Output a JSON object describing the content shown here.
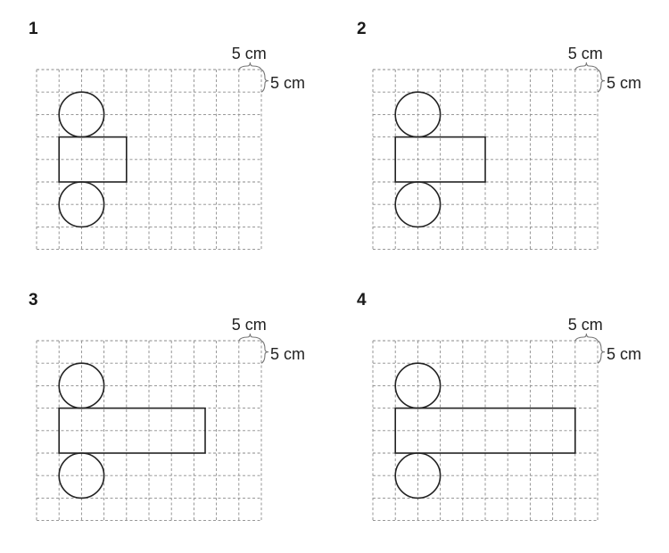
{
  "unit_label": "5 cm",
  "grid": {
    "columns": 10,
    "rows": 8
  },
  "options": [
    {
      "number": "1",
      "rect_width_squares": 3,
      "circle_diameter_squares": 2
    },
    {
      "number": "2",
      "rect_width_squares": 4,
      "circle_diameter_squares": 2
    },
    {
      "number": "3",
      "rect_width_squares": 6.5,
      "circle_diameter_squares": 2
    },
    {
      "number": "4",
      "rect_width_squares": 8,
      "circle_diameter_squares": 2
    }
  ]
}
